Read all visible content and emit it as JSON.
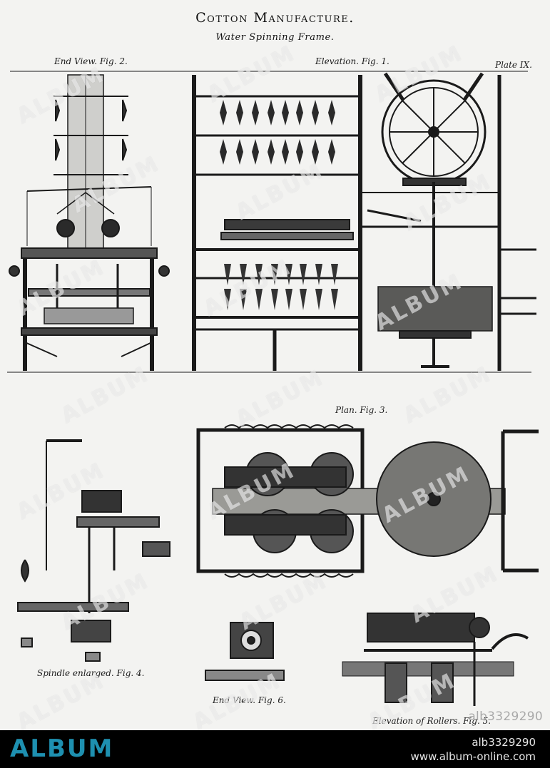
{
  "plate": {
    "title": "Cotton Manufacture.",
    "subtitle": "Water Spinning Frame.",
    "plate_number": "Plate IX.",
    "figures": {
      "end_view_fig2": "End View.  Fig. 2.",
      "elevation_fig1": "Elevation.  Fig. 1.",
      "plan_fig3": "Plan.  Fig. 3.",
      "spindle_fig4": "Spindle enlarged.  Fig. 4.",
      "end_view_fig6": "End View.  Fig. 6.",
      "rollers_fig5": "Elevation of Rollers.  Fig. 5."
    }
  },
  "watermark": {
    "text": "ALBUM",
    "stock_id": "alb3329290"
  },
  "footer": {
    "brand": "ALBUM",
    "id": "alb3329290",
    "url": "www.album-online.com",
    "brand_color": "#1e90b0"
  }
}
